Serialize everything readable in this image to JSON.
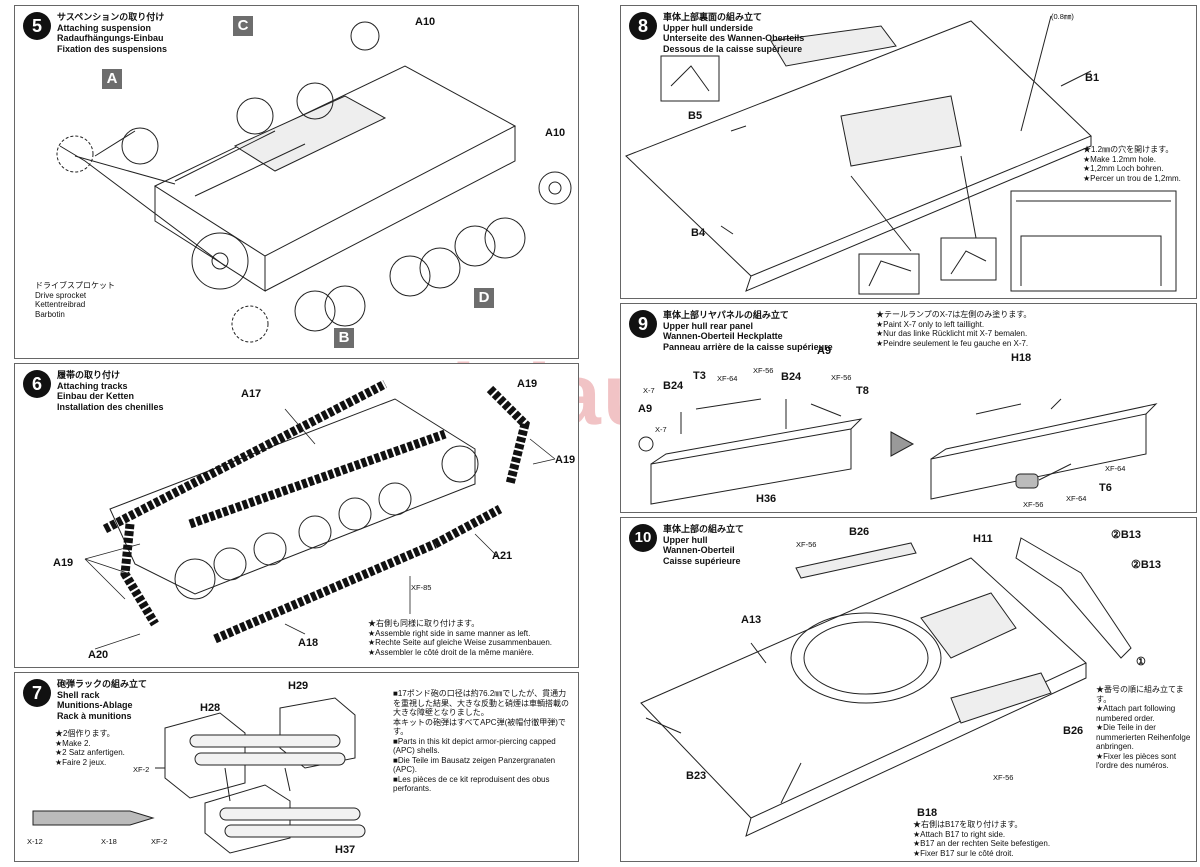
{
  "step5": {
    "number": "5",
    "titles": [
      "サスペンションの取り付け",
      "Attaching suspension",
      "Radaufhängungs-Einbau",
      "Fixation des suspensions"
    ],
    "letters": [
      "A",
      "C",
      "B",
      "D"
    ],
    "labels": {
      "a10_top": "A10",
      "a10_right": "A10"
    },
    "sprocket": [
      "ドライブスプロケット",
      "Drive sprocket",
      "Kettentreibrad",
      "Barbotin"
    ]
  },
  "step6": {
    "number": "6",
    "titles": [
      "履帯の取り付け",
      "Attaching tracks",
      "Einbau der Ketten",
      "Installation des chenilles"
    ],
    "labels": {
      "a17": "A17",
      "a19_top": "A19",
      "a19_right": "A19",
      "a19_left": "A19",
      "a20": "A20",
      "a21": "A21",
      "a18": "A18",
      "xf85": "XF-85"
    },
    "note": [
      "★右側も同様に取り付けます。",
      "★Assemble right side in same manner as left.",
      "★Rechte Seite auf gleiche Weise zusammenbauen.",
      "★Assembler le côté droit de la même manière."
    ]
  },
  "step7": {
    "number": "7",
    "titles": [
      "砲弾ラックの組み立て",
      "Shell rack",
      "Munitions-Ablage",
      "Rack à munitions"
    ],
    "make": [
      "★2個作ります。",
      "★Make 2.",
      "★2 Satz anfertigen.",
      "★Faire 2 jeux."
    ],
    "labels": {
      "h28": "H28",
      "h29": "H29",
      "h37": "H37",
      "xf2": "XF-2",
      "x12": "X-12",
      "x18": "X-18",
      "xf2b": "XF-2"
    },
    "note": [
      "■17ポンド砲の口径は約76.2㎜でしたが、貫通力を重視した結果、大きな反動と硝煙は車輌搭載の大きな障壁となりました。",
      "本キットの砲弾はすべてAPC弾(被帽付徹甲弾)です。",
      "■Parts in this kit depict armor-piercing capped (APC) shells.",
      "■Die Teile im Bausatz zeigen Panzergranaten (APC).",
      "■Les pièces de ce kit reproduisent des obus perforants."
    ]
  },
  "step8": {
    "number": "8",
    "titles": [
      "車体上部裏面の組み立て",
      "Upper hull underside",
      "Unterseite des Wannen-Oberteils",
      "Dessous de la caisse supérieure"
    ],
    "labels": {
      "b1": "B1",
      "b5": "B5",
      "b4": "B4",
      "mm": "(0.8㎜)"
    },
    "hole": [
      "★1.2㎜の穴を開けます。",
      "★Make 1.2mm hole.",
      "★1,2mm Loch bohren.",
      "★Percer un trou de 1,2mm."
    ]
  },
  "step9": {
    "number": "9",
    "titles": [
      "車体上部リヤパネルの組み立て",
      "Upper hull rear panel",
      "Wannen-Oberteil Heckplatte",
      "Panneau arrière de la caisse supérieure"
    ],
    "paint": [
      "★テールランプのX-7は左側のみ塗ります。",
      "★Paint X-7 only to left taillight.",
      "★Nur das linke Rücklicht mit X-7 bemalen.",
      "★Peindre seulement le feu gauche en X-7."
    ],
    "labels": {
      "x7a": "X-7",
      "b24a": "B24",
      "t3": "T3",
      "xf64": "XF-64",
      "xf56": "XF-56",
      "a9a": "A9",
      "b24b": "B24",
      "a9b": "A9",
      "xf56b": "XF-56",
      "t8": "T8",
      "x7b": "X-7",
      "h36": "H36",
      "h18": "H18",
      "xf64b": "XF-64",
      "xf64c": "XF-64",
      "t6": "T6",
      "xf56c": "XF-56"
    }
  },
  "step10": {
    "number": "10",
    "titles": [
      "車体上部の組み立て",
      "Upper hull",
      "Wannen-Oberteil",
      "Caisse supérieure"
    ],
    "labels": {
      "b26a": "B26",
      "xf56a": "XF-56",
      "h11": "H11",
      "b13a": "②B13",
      "b13b": "②B13",
      "circ1": "①",
      "a13": "A13",
      "b26b": "B26",
      "b23": "B23",
      "xf56b": "XF-56",
      "b18": "B18"
    },
    "order": [
      "★番号の順に組み立てます。",
      "★Attach part following numbered order.",
      "★Die Teile in der nummerierten Reihenfolge anbringen.",
      "★Fixer les pièces sont l'ordre des numéros."
    ],
    "b17": [
      "★右側はB17を取り付けます。",
      "★Attach B17 to right side.",
      "★B17 an der rechten Seite befestigen.",
      "★Fixer B17 sur le côté droit."
    ]
  },
  "watermark": "modelautikl.cz"
}
